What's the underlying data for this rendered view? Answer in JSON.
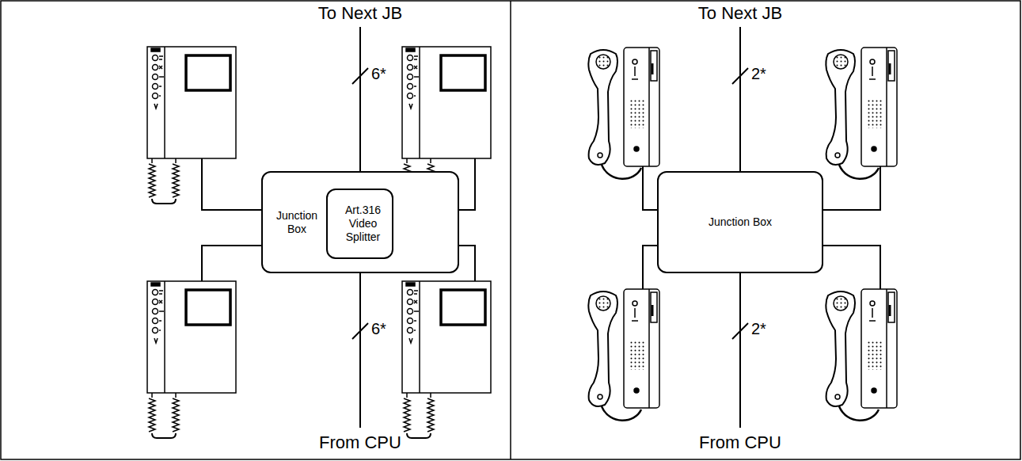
{
  "diagram": {
    "nodes": [
      {
        "text": [
          "Junction Box"
        ]
      },
      {
        "text": [
          "Art.316 Video Splitter"
        ],
        "in": 0
      },
      {
        "text": [
          "Junction Box"
        ]
      }
    ],
    "labels": [
      "To Next JB",
      "6*",
      "6*",
      "From CPU",
      "To Next JB",
      "2*",
      "2*",
      "From CPU"
    ]
  }
}
